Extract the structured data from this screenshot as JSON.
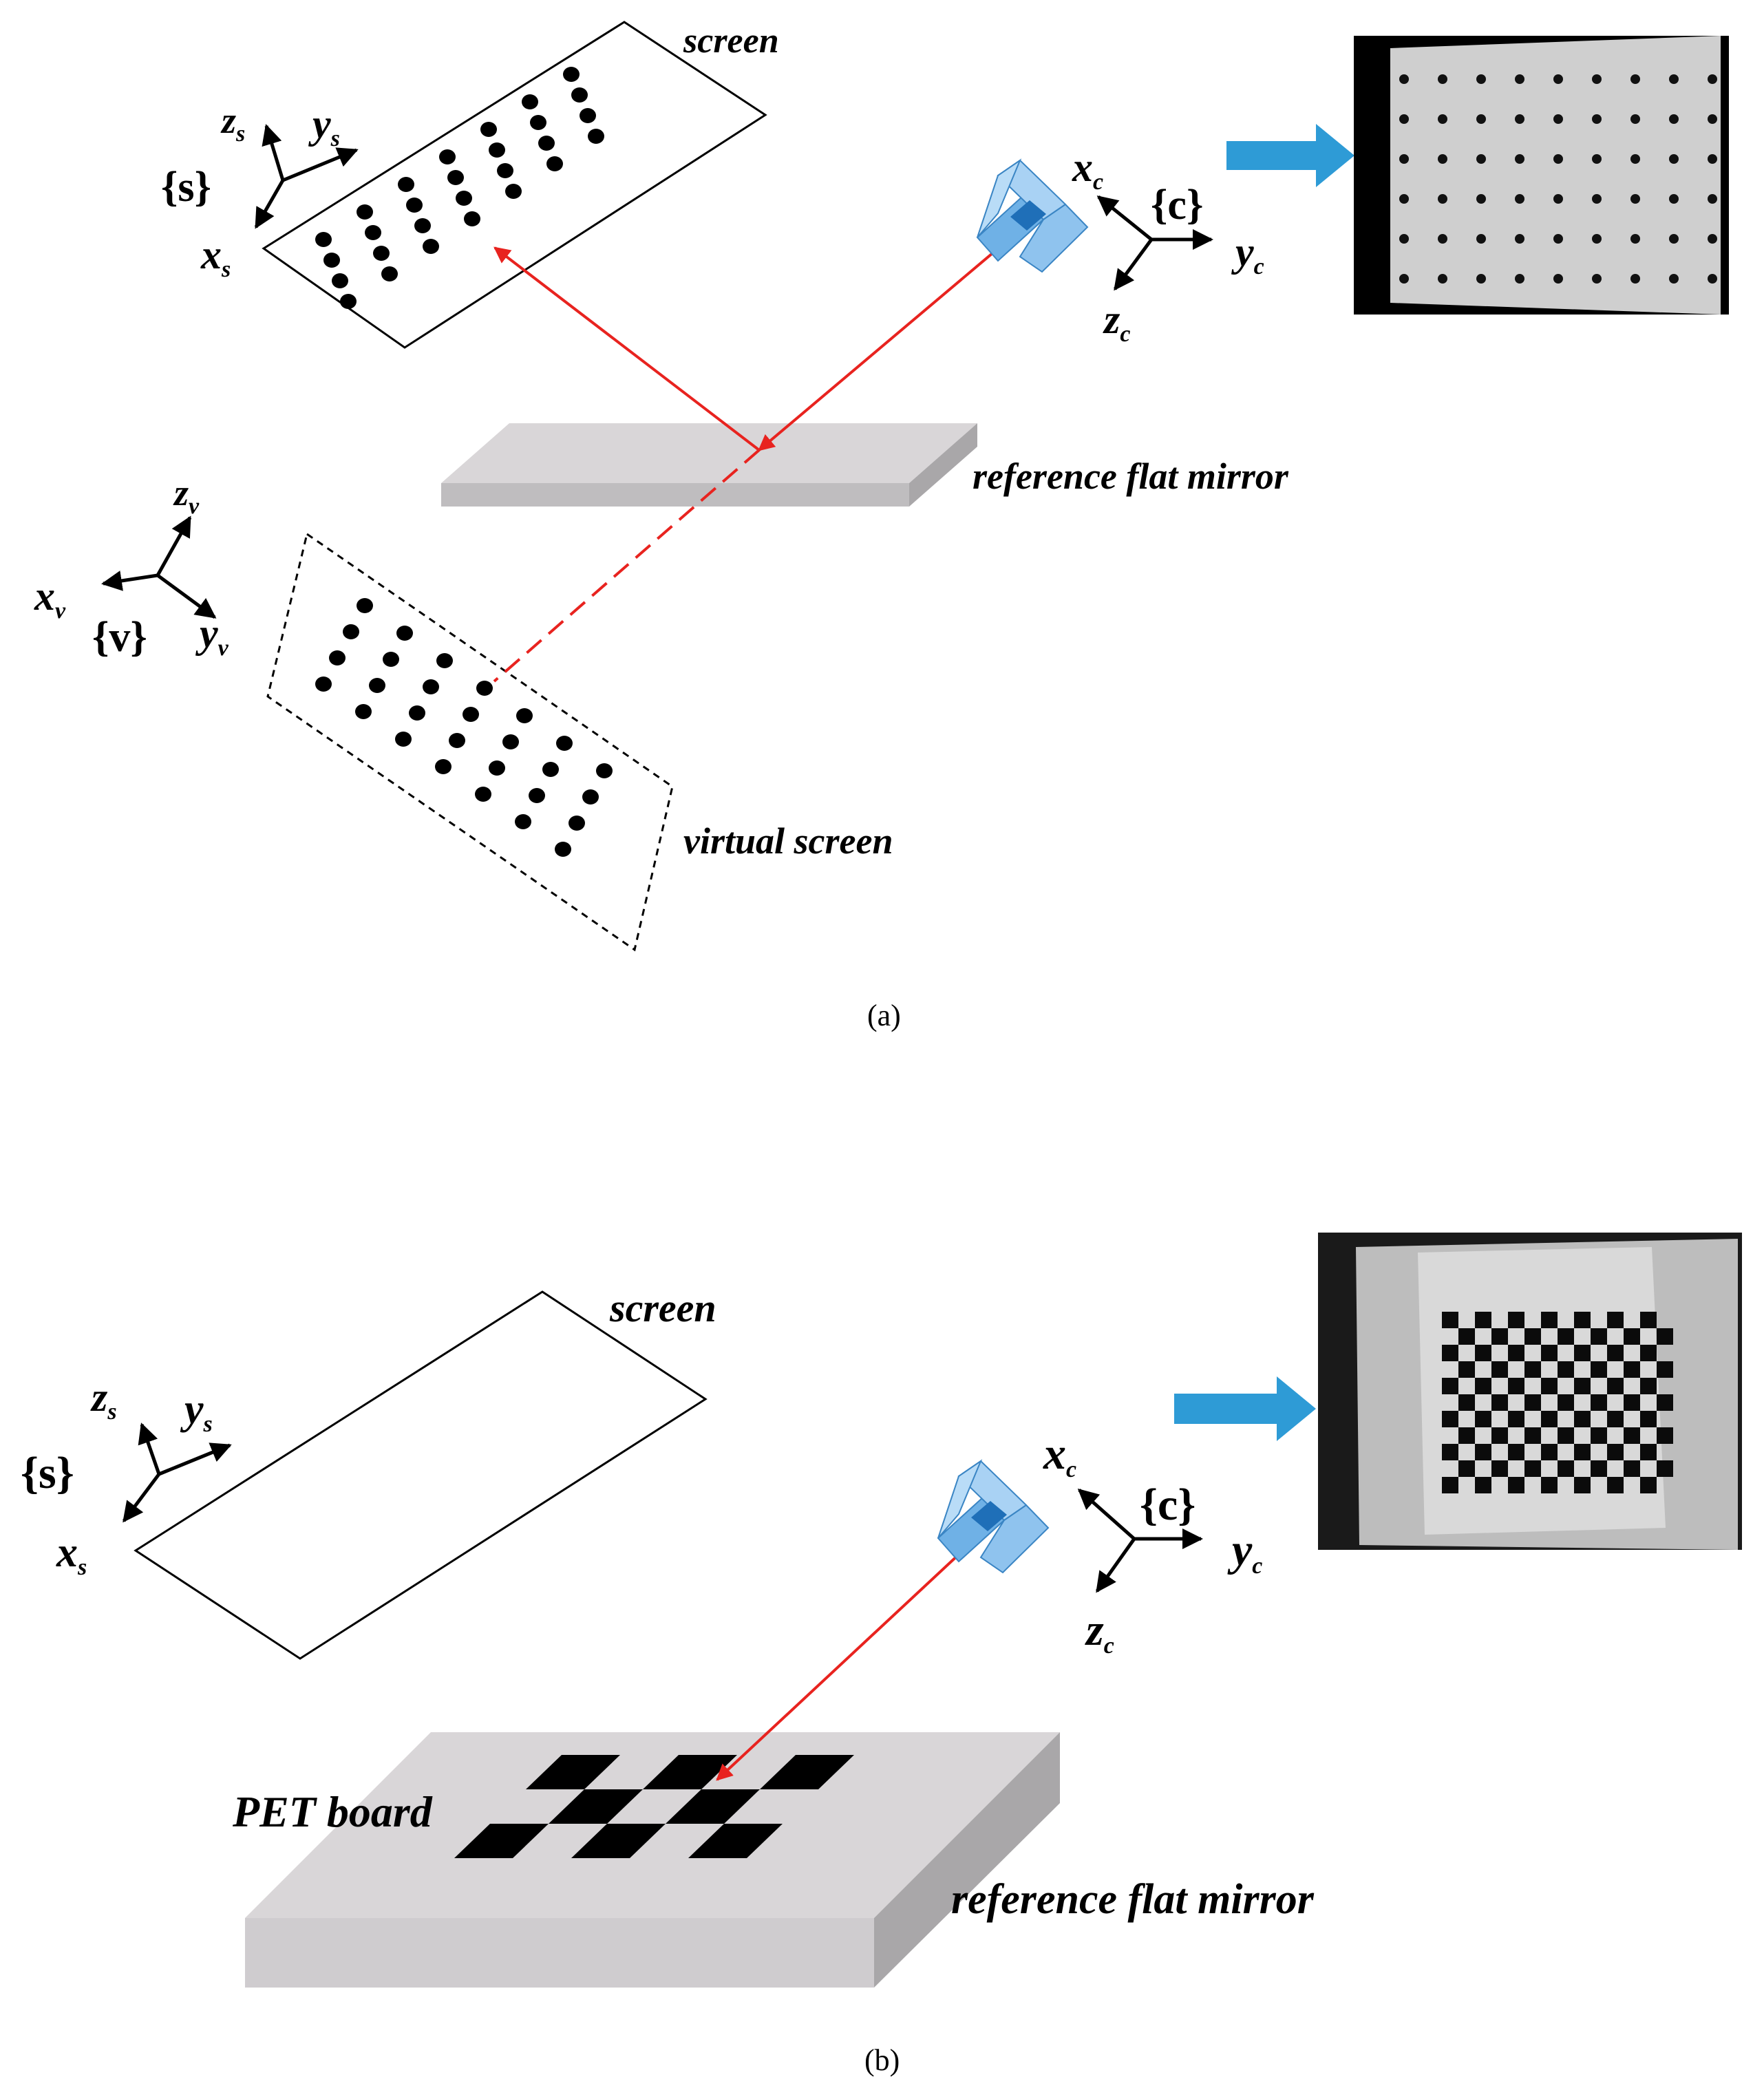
{
  "panel_a": {
    "caption": "(a)",
    "screen_label": "screen",
    "virtual_screen_label": "virtual screen",
    "mirror_label": "reference flat mirror",
    "frames": {
      "s": {
        "name": "{s}",
        "x": "x",
        "x_sub": "s",
        "y": "y",
        "y_sub": "s",
        "z": "z",
        "z_sub": "s"
      },
      "c": {
        "name": "{c}",
        "x": "x",
        "x_sub": "c",
        "y": "y",
        "y_sub": "c",
        "z": "z",
        "z_sub": "c"
      },
      "v": {
        "name": "{v}",
        "x": "x",
        "x_sub": "v",
        "y": "y",
        "y_sub": "v",
        "z": "z",
        "z_sub": "v"
      }
    },
    "captured_image": "dot-grid photo"
  },
  "panel_b": {
    "caption": "(b)",
    "screen_label": "screen",
    "mirror_label": "reference flat mirror",
    "board_label": "PET board",
    "frames": {
      "s": {
        "name": "{s}",
        "x": "x",
        "x_sub": "s",
        "y": "y",
        "y_sub": "s",
        "z": "z",
        "z_sub": "s"
      },
      "c": {
        "name": "{c}",
        "x": "x",
        "x_sub": "c",
        "y": "y",
        "y_sub": "c",
        "z": "z",
        "z_sub": "c"
      }
    },
    "captured_image": "checkerboard photo"
  },
  "colors": {
    "ray": "#e8231f",
    "arrow": "#2e9bd6",
    "mirror_top": "#d9d6d8",
    "mirror_side": "#a9a7a9",
    "camera": "#8fc3ee"
  },
  "icons": {
    "camera": "camera-icon",
    "arrow": "right-arrow-icon"
  }
}
